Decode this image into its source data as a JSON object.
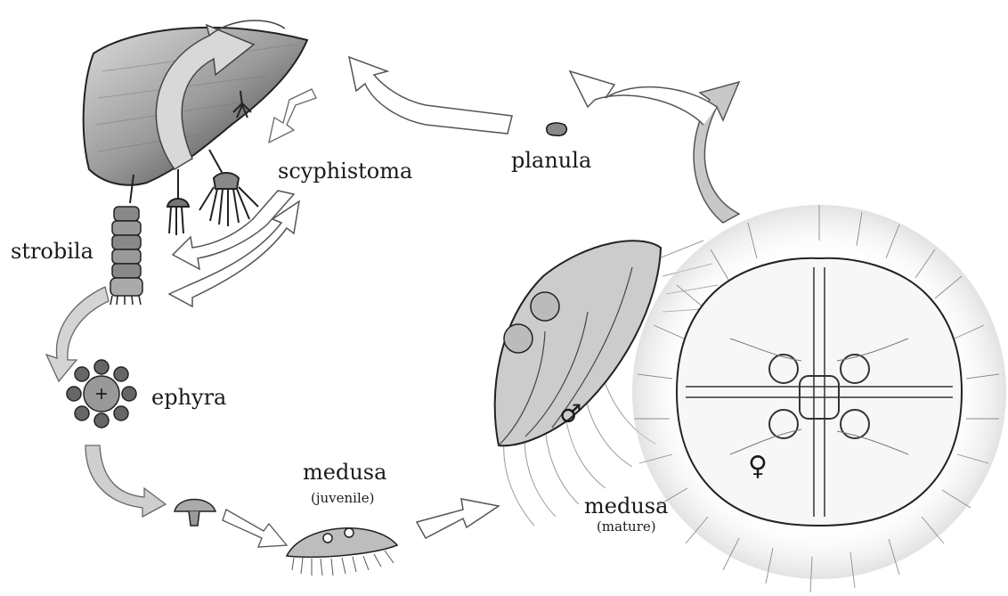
{
  "labels": {
    "scyphistoma": "scyphistoma",
    "planula": "planula",
    "strobila": "strobila",
    "ephyra": "ephyra",
    "medusa_juvenile": "medusa",
    "medusa_juvenile_sub": "(juvenile)",
    "medusa_mature": "medusa",
    "medusa_mature_sub": "(mature)"
  },
  "symbols": {
    "male": "♂",
    "female": "♀"
  },
  "colors": {
    "ink": "#1a1a1a",
    "arrow_fill": "#ffffff",
    "arrow_shade": "#bdbdbd",
    "rock": "#8a8a8a"
  }
}
